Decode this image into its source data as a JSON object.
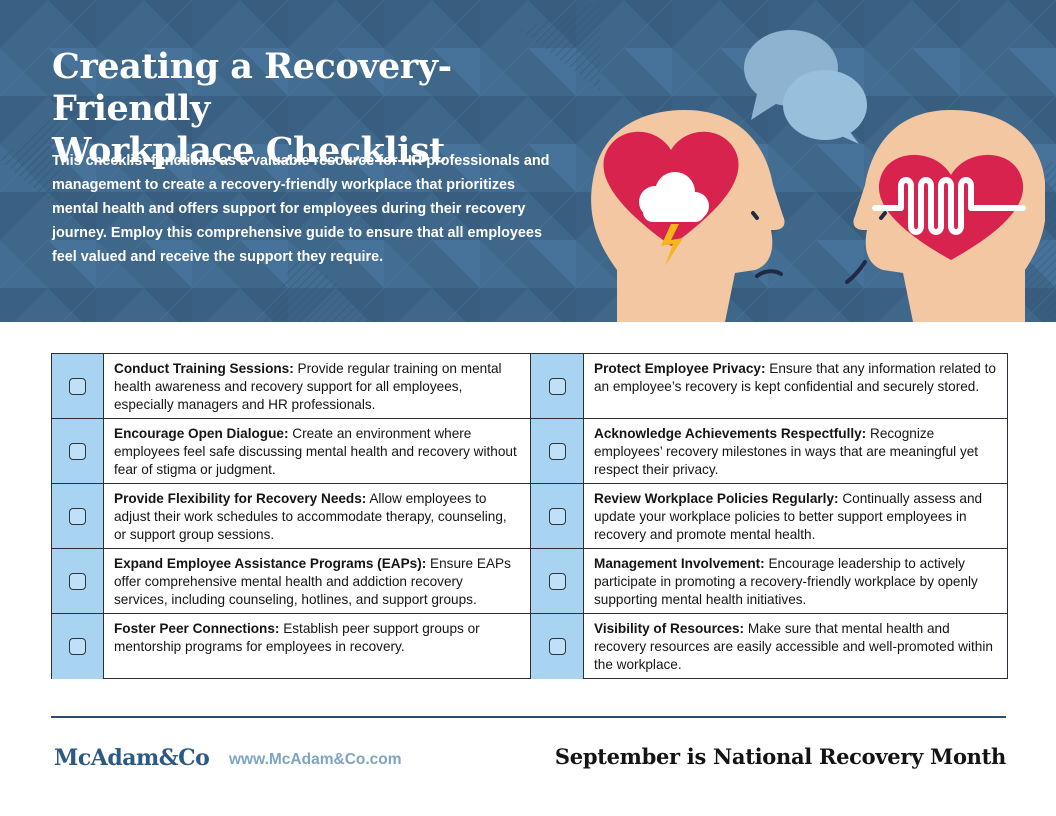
{
  "header": {
    "title_lines": [
      "Creating a Recovery-Friendly",
      "Workplace Checklist"
    ],
    "intro": "This checklist functions as a valuable resource for HR professionals and management to create a recovery-friendly workplace that prioritizes mental health and offers support for employees during their recovery journey. Employ this comprehensive guide to ensure that all employees feel valued and receive the support they require."
  },
  "colors": {
    "hero_background": "#3f6789",
    "checkbox_column": "#a9d4f1",
    "brand": "#2d5a82",
    "website": "#7fa4c4",
    "heart": "#d8234f",
    "skin": "#f3c7a2",
    "speech_bubble": "#8db3d1"
  },
  "illustration": {
    "icons": [
      "speech-bubbles-icon",
      "head-with-storm-heart-icon",
      "head-with-heartbeat-icon"
    ]
  },
  "checklist": {
    "left": [
      {
        "label": "Conduct Training Sessions:",
        "text": " Provide regular training on mental health awareness and recovery support for all employees, especially managers and HR professionals."
      },
      {
        "label": "Encourage Open Dialogue:",
        "text": " Create an environment where employees feel safe discussing mental health and recovery without fear of stigma or judgment."
      },
      {
        "label": "Provide Flexibility for Recovery Needs:",
        "text": " Allow employees to adjust their work schedules to accommodate therapy, counseling, or support group sessions."
      },
      {
        "label": "Expand Employee Assistance Programs (EAPs):",
        "text": " Ensure EAPs offer comprehensive mental health and addiction recovery services, including counseling, hotlines, and support groups."
      },
      {
        "label": "Foster Peer Connections:",
        "text": " Establish peer support groups or mentorship programs for employees in recovery."
      }
    ],
    "right": [
      {
        "label": "Protect Employee Privacy:",
        "text": " Ensure that any information related to an employee’s recovery is kept confidential and securely stored."
      },
      {
        "label": "Acknowledge Achievements Respectfully:",
        "text": " Recognize employees’ recovery milestones in ways that are meaningful yet respect their privacy."
      },
      {
        "label": "Review Workplace Policies Regularly:",
        "text": " Continually assess and update your workplace policies to better support employees in recovery and promote mental health."
      },
      {
        "label": "Management Involvement:",
        "text": " Encourage leadership to actively participate in promoting a recovery-friendly workplace by openly supporting mental health initiatives."
      },
      {
        "label": "Visibility of Resources:",
        "text": " Make sure that mental health and recovery resources are easily accessible and well-promoted within the workplace."
      }
    ]
  },
  "footer": {
    "brand": "McAdam&Co",
    "website": "www.McAdam&Co.com",
    "tagline": "September is National Recovery Month"
  }
}
